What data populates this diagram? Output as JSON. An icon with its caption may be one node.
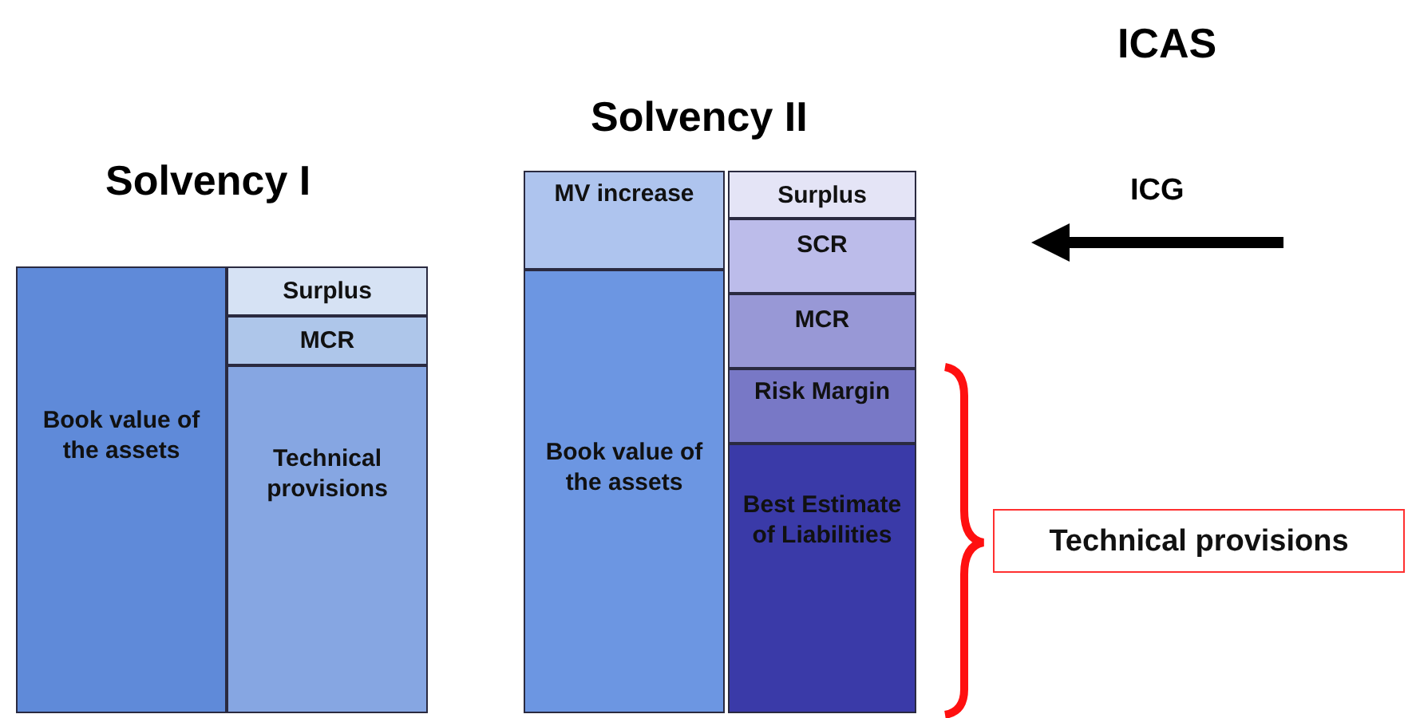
{
  "diagram": {
    "nodes": [
      {
        "text": [
          "Book value of the assets"
        ]
      },
      {
        "text": [
          "Surplus"
        ]
      },
      {
        "text": [
          "MCR"
        ]
      },
      {
        "text": [
          "Technical provisions"
        ]
      },
      {
        "text": [
          "MV increase"
        ]
      },
      {
        "text": [
          "Book value of the assets"
        ]
      },
      {
        "text": [
          "Surplus"
        ]
      },
      {
        "text": [
          "SCR"
        ]
      },
      {
        "text": [
          "MCR"
        ]
      },
      {
        "text": [
          "Risk Margin"
        ]
      },
      {
        "text": [
          "Best Estimate of Liabilities"
        ]
      },
      {
        "text": [
          "Technical provisions"
        ]
      }
    ],
    "labels": [
      "ICAS",
      "Solvency II",
      "Solvency I",
      "ICG"
    ]
  }
}
